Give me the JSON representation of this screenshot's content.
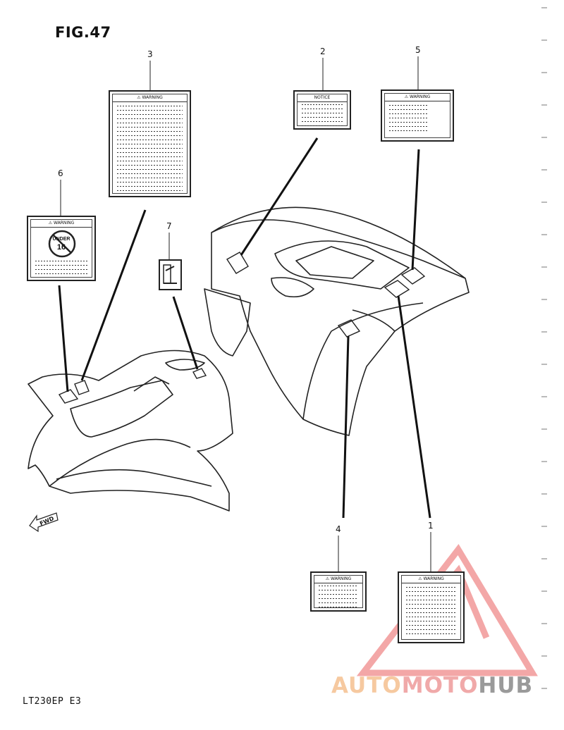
{
  "figure": {
    "title": "FIG.47",
    "model_code": "LT230EP  E3"
  },
  "callouts": [
    "3",
    "2",
    "5",
    "6",
    "7",
    "4",
    "1"
  ],
  "labels": {
    "warning": "WARNING",
    "notice": "NOTICE",
    "under": "UNDER",
    "age": "16"
  },
  "fwd": "FWD",
  "watermark": {
    "part1": "AUTO",
    "part2": "MOTO",
    "part3": "HUB"
  }
}
